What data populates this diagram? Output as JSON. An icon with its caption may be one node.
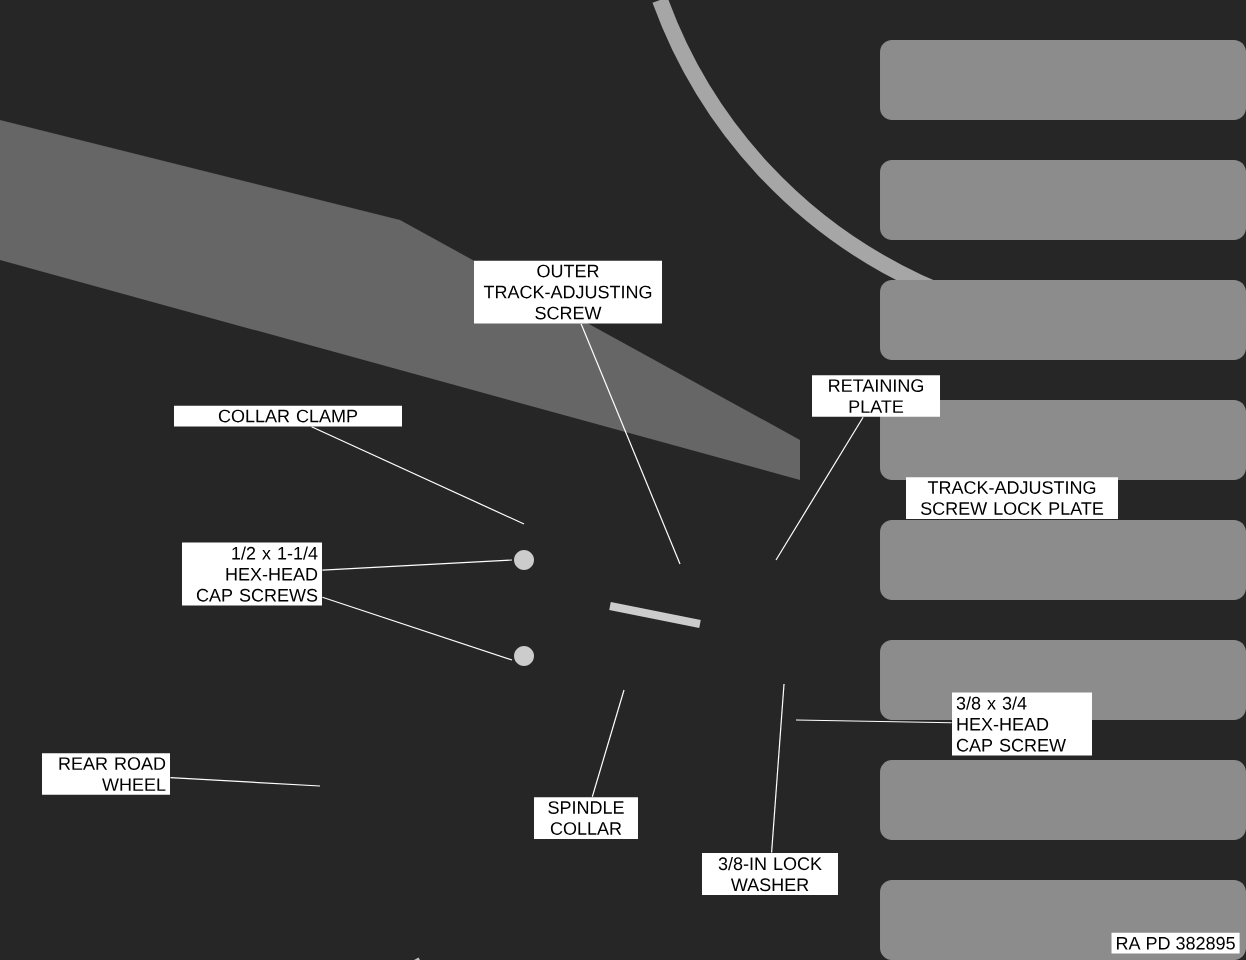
{
  "diagram": {
    "nodes": [
      {
        "text": [
          "OUTER TRACK-ADJUSTING SCREW"
        ]
      },
      {
        "text": [
          "COLLAR CLAMP"
        ]
      },
      {
        "text": [
          "RETAINING PLATE"
        ]
      },
      {
        "text": [
          "TRACK-ADJUSTING SCREW LOCK PLATE"
        ]
      },
      {
        "text": [
          "1/2 x 1-1/4 HEX-HEAD CAP SCREWS"
        ]
      },
      {
        "text": [
          "3/8 x 3/4 HEX-HEAD CAP SCREW"
        ]
      },
      {
        "text": [
          "REAR ROAD WHEEL"
        ]
      },
      {
        "text": [
          "SPINDLE COLLAR"
        ]
      },
      {
        "text": [
          "3/8-IN LOCK WASHER"
        ]
      }
    ],
    "edges": [
      {
        "from": 0,
        "to": null,
        "arrow": "none"
      },
      {
        "from": 1,
        "to": null,
        "arrow": "none"
      },
      {
        "from": 2,
        "to": null,
        "arrow": "none"
      },
      {
        "from": 4,
        "to": null,
        "arrow": "none"
      },
      {
        "from": 4,
        "to": null,
        "arrow": "none"
      },
      {
        "from": 5,
        "to": null,
        "arrow": "none"
      },
      {
        "from": 6,
        "to": null,
        "arrow": "none"
      },
      {
        "from": 7,
        "to": null,
        "arrow": "none"
      },
      {
        "from": 8,
        "to": null,
        "arrow": "none"
      }
    ],
    "labels": [
      "RA PD 382895"
    ]
  }
}
